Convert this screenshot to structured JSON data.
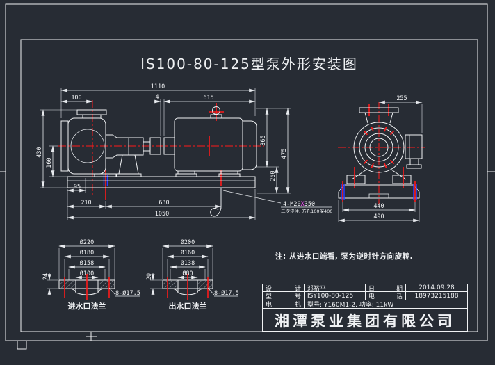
{
  "page": {
    "title": "IS100-80-125型泵外形安装图"
  },
  "note": "注: 从进水口端看, 泵为逆时针方向旋转.",
  "colors": {
    "background": "#272c34",
    "line": "#f0f2f4",
    "red": "#ff1a1a",
    "magenta": "#ff4dff",
    "blue": "#2b3bff"
  },
  "main_view": {
    "dims": {
      "overall_length": "1110",
      "suction_to_axis": "100",
      "coupling_gap": "4",
      "motor_section": "615",
      "pump_height": "430",
      "axis_height": "160",
      "foot_offset": "95",
      "base_left_span": "210",
      "bolt_span": "630",
      "base_length": "1050",
      "upper_height": "365",
      "lower_height": "250",
      "total_height": "475"
    },
    "anchor_bolt": {
      "size": "4-M20",
      "times": "X",
      "length": "350",
      "note": "二次浇注, 方孔100深400"
    }
  },
  "front_view": {
    "dims": {
      "flange_offset": "255",
      "bolt_spacing": "440",
      "base_width": "490"
    }
  },
  "inlet_flange": {
    "caption": "进水口法兰",
    "outer": "Ø220",
    "bolt_circle": "Ø180",
    "raised_face": "Ø158",
    "bore": "Ø100",
    "thickness": "24",
    "holes": "8-Ø17.5"
  },
  "outlet_flange": {
    "caption": "出水口法兰",
    "outer": "Ø200",
    "bolt_circle": "Ø160",
    "raised_face": "Ø138",
    "bore": "Ø80",
    "thickness": "20",
    "holes": "8-Ø17.5"
  },
  "title_block": {
    "design_label": "设计",
    "designer": "邓裕平",
    "date_label": "日期",
    "date": "2014.09.28",
    "model_label": "型号",
    "model": "ISY100-80-125",
    "phone_label": "电话",
    "phone": "18973215188",
    "motor_label": "电机",
    "motor_spec": "型号: Y160M1-2, 功率: 11kW",
    "company": "湘潭泵业集团有限公司"
  }
}
